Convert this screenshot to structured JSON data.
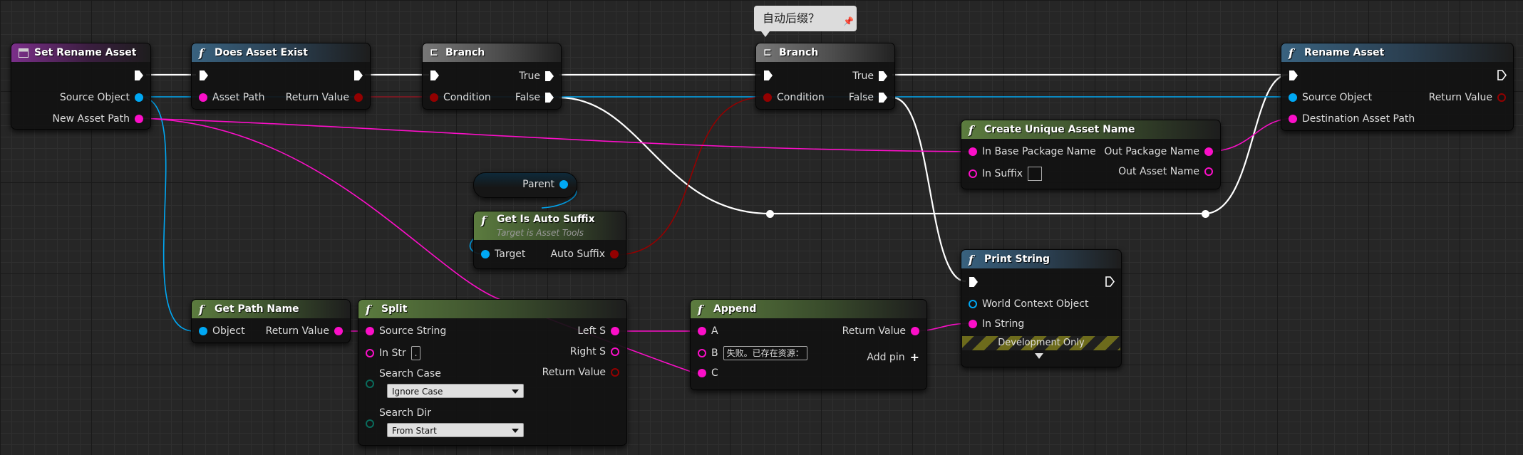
{
  "comment": {
    "text": "自动后缀？"
  },
  "nodes": {
    "set_rename_asset": {
      "title": "Set Rename Asset",
      "source_object": "Source Object",
      "new_asset_path": "New Asset Path"
    },
    "does_asset_exist": {
      "title": "Does Asset Exist",
      "asset_path": "Asset Path",
      "return_value": "Return Value"
    },
    "branch1": {
      "title": "Branch",
      "condition": "Condition",
      "true": "True",
      "false": "False"
    },
    "branch2": {
      "title": "Branch",
      "condition": "Condition",
      "true": "True",
      "false": "False"
    },
    "rename_asset": {
      "title": "Rename Asset",
      "source_object": "Source Object",
      "destination_asset_path": "Destination Asset Path",
      "return_value": "Return Value"
    },
    "create_unique_asset_name": {
      "title": "Create Unique Asset Name",
      "in_base_package_name": "In Base Package Name",
      "in_suffix": "In Suffix",
      "out_package_name": "Out Package Name",
      "out_asset_name": "Out Asset Name"
    },
    "parent": {
      "label": "Parent"
    },
    "get_is_auto_suffix": {
      "title": "Get Is Auto Suffix",
      "subtitle": "Target is Asset Tools",
      "target": "Target",
      "auto_suffix": "Auto Suffix"
    },
    "print_string": {
      "title": "Print String",
      "world_context_object": "World Context Object",
      "in_string": "In String",
      "development_only": "Development Only"
    },
    "get_path_name": {
      "title": "Get Path Name",
      "object": "Object",
      "return_value": "Return Value"
    },
    "split": {
      "title": "Split",
      "source_string": "Source String",
      "in_str": "In Str",
      "in_str_value": ".",
      "search_case": "Search Case",
      "search_case_value": "Ignore Case",
      "search_dir": "Search Dir",
      "search_dir_value": "From Start",
      "left_s": "Left S",
      "right_s": "Right S",
      "return_value": "Return Value"
    },
    "append": {
      "title": "Append",
      "a": "A",
      "b": "B",
      "b_value": "失败。已存在资源：",
      "c": "C",
      "return_value": "Return Value",
      "add_pin": "Add pin"
    }
  },
  "colors": {
    "exec": "#ffffff",
    "object": "#00a8f4",
    "string": "#fb0fc8",
    "bool": "#930000"
  },
  "icons": {
    "function": "function-icon",
    "branch": "branch-icon",
    "event": "event-icon",
    "pin": "pin-icon",
    "add": "plus-icon",
    "expand": "chevron-down-icon"
  }
}
